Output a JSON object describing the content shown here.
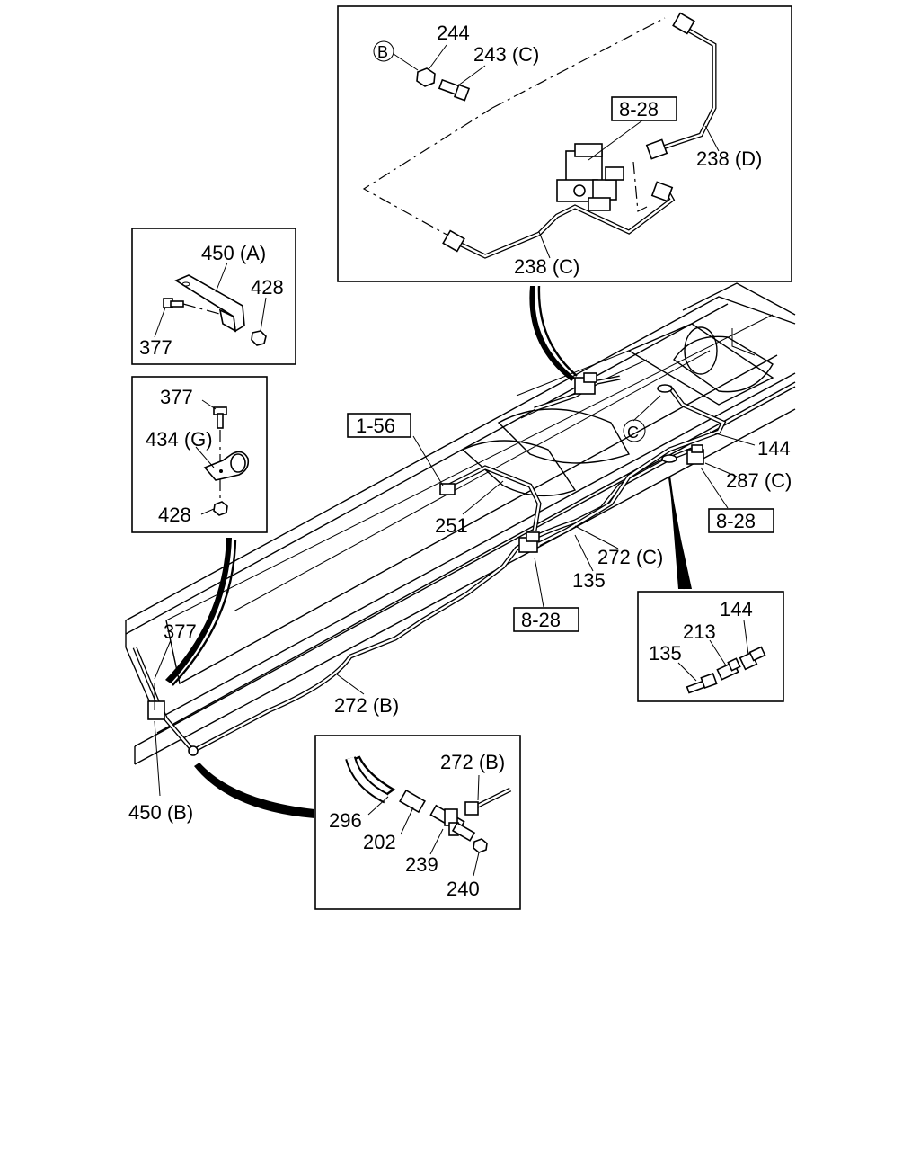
{
  "labels": {
    "p244": "244",
    "p243c": "243 (C)",
    "ref_b": "B",
    "p238d": "238 (D)",
    "p238c": "238 (C)",
    "ref_828_top": "8-28",
    "p450a": "450 (A)",
    "p428_a": "428",
    "p377_a": "377",
    "p377_b": "377",
    "p434g": "434 (G)",
    "p428_b": "428",
    "ref_156": "1-56",
    "p251": "251",
    "ref_c": "C",
    "p144_a": "144",
    "p287c": "287 (C)",
    "ref_828_right": "8-28",
    "p272c": "272 (C)",
    "p135_a": "135",
    "ref_828_mid": "8-28",
    "p377_c": "377",
    "p272b_a": "272 (B)",
    "p450b": "450 (B)",
    "p144_b": "144",
    "p213": "213",
    "p135_b": "135",
    "p272b_b": "272 (B)",
    "p296": "296",
    "p202": "202",
    "p239": "239",
    "p240": "240"
  }
}
